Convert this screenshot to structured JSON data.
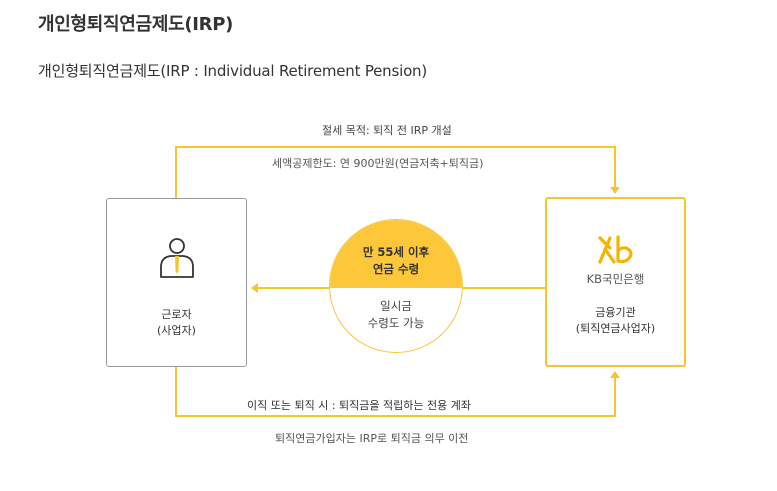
{
  "header": {
    "title": "개인형퇴직연금제도(IRP)",
    "subtitle": "개인형퇴직연금제도(IRP : Individual Retirement Pension)"
  },
  "flow_top": {
    "purpose": "절세 목적: 퇴직 전 IRP 개설",
    "deduction": "세액공제한도: 연 900만원(연금저축+퇴직금)"
  },
  "worker_box": {
    "icon": "person-icon",
    "line1": "근로자",
    "line2": "(사업자)"
  },
  "bank_box": {
    "logo_text": "KB국민은행",
    "line1": "금융기관",
    "line2": "(퇴직연금사업자)"
  },
  "center_circle": {
    "top_line1": "만 55세 이후",
    "top_line2": "연금 수령",
    "bottom_line1": "일시금",
    "bottom_line2": "수령도 가능"
  },
  "flow_bottom": {
    "event": "이직 또는 퇴직 시 : 퇴직금을 적립하는 전용 계좌",
    "note": "퇴직연금가입자는 IRP로 퇴직금 의무 이전"
  },
  "colors": {
    "accent": "#f7c530",
    "circle_fill": "#fcc83a",
    "box_border": "#9a9a9a"
  }
}
